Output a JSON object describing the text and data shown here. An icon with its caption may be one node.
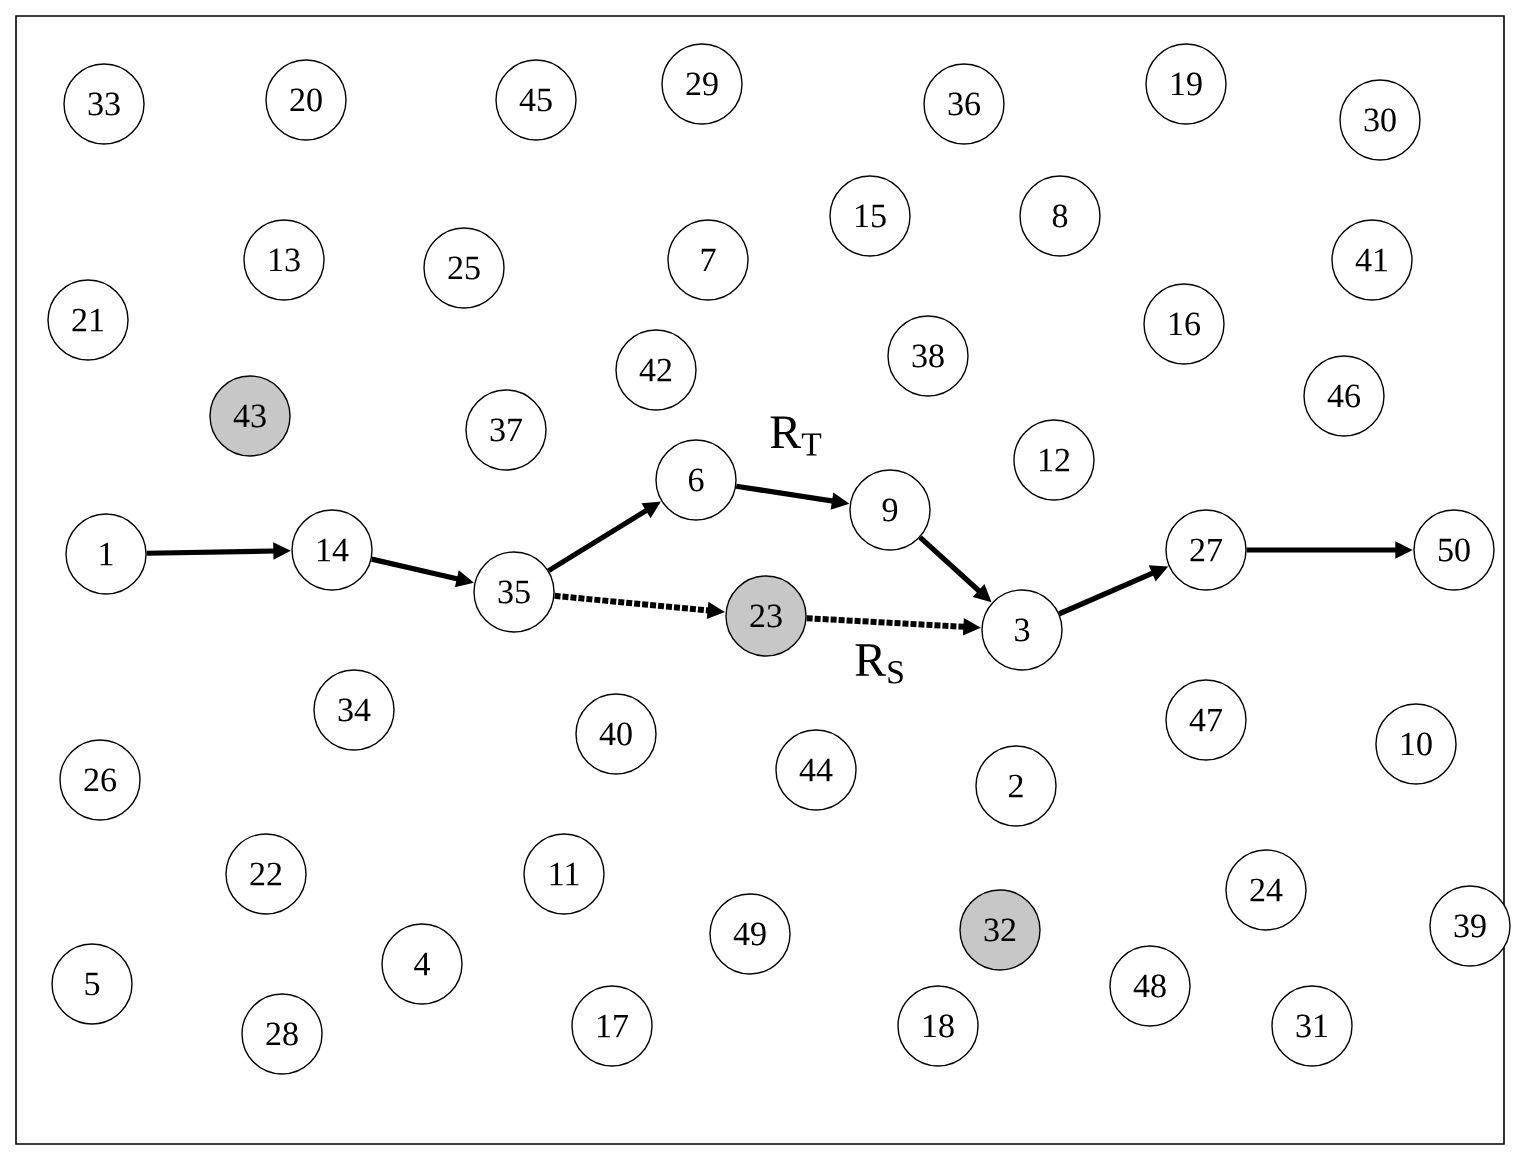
{
  "diagram": {
    "nodes": [
      {
        "text": [
          "33"
        ]
      },
      {
        "text": [
          "20"
        ]
      },
      {
        "text": [
          "45"
        ]
      },
      {
        "text": [
          "29"
        ]
      },
      {
        "text": [
          "36"
        ]
      },
      {
        "text": [
          "19"
        ]
      },
      {
        "text": [
          "30"
        ]
      },
      {
        "text": [
          "13"
        ]
      },
      {
        "text": [
          "25"
        ]
      },
      {
        "text": [
          "7"
        ]
      },
      {
        "text": [
          "15"
        ]
      },
      {
        "text": [
          "8"
        ]
      },
      {
        "text": [
          "41"
        ]
      },
      {
        "text": [
          "21"
        ]
      },
      {
        "text": [
          "16"
        ]
      },
      {
        "text": [
          "38"
        ]
      },
      {
        "text": [
          "42"
        ]
      },
      {
        "text": [
          "46"
        ]
      },
      {
        "text": [
          "43"
        ]
      },
      {
        "text": [
          "37"
        ]
      },
      {
        "text": [
          "12"
        ]
      },
      {
        "text": [
          "6"
        ]
      },
      {
        "text": [
          "9"
        ]
      },
      {
        "text": [
          "1"
        ]
      },
      {
        "text": [
          "14"
        ]
      },
      {
        "text": [
          "27"
        ]
      },
      {
        "text": [
          "50"
        ]
      },
      {
        "text": [
          "35"
        ]
      },
      {
        "text": [
          "23"
        ]
      },
      {
        "text": [
          "3"
        ]
      },
      {
        "text": [
          "34"
        ]
      },
      {
        "text": [
          "40"
        ]
      },
      {
        "text": [
          "47"
        ]
      },
      {
        "text": [
          "44"
        ]
      },
      {
        "text": [
          "2"
        ]
      },
      {
        "text": [
          "10"
        ]
      },
      {
        "text": [
          "26"
        ]
      },
      {
        "text": [
          "22"
        ]
      },
      {
        "text": [
          "11"
        ]
      },
      {
        "text": [
          "24"
        ]
      },
      {
        "text": [
          "39"
        ]
      },
      {
        "text": [
          "32"
        ]
      },
      {
        "text": [
          "49"
        ]
      },
      {
        "text": [
          "48"
        ]
      },
      {
        "text": [
          "4"
        ]
      },
      {
        "text": [
          "5"
        ]
      },
      {
        "text": [
          "28"
        ]
      },
      {
        "text": [
          "17"
        ]
      },
      {
        "text": [
          "18"
        ]
      },
      {
        "text": [
          "31"
        ]
      }
    ],
    "edges": [
      {
        "from": 23,
        "to": 24,
        "arrow": "to"
      },
      {
        "from": 24,
        "to": 27,
        "arrow": "to"
      },
      {
        "from": 27,
        "to": 21,
        "arrow": "to"
      },
      {
        "from": 21,
        "to": 22,
        "arrow": "to",
        "label": "R$_{T}$"
      },
      {
        "from": 22,
        "to": 29,
        "arrow": "to"
      },
      {
        "from": 29,
        "to": 25,
        "arrow": "to"
      },
      {
        "from": 25,
        "to": 26,
        "arrow": "to"
      },
      {
        "from": 27,
        "to": 28,
        "arrow": "to",
        "style": "dashed"
      },
      {
        "from": 28,
        "to": 29,
        "arrow": "to",
        "style": "dashed",
        "label": "R$_{S}$"
      }
    ]
  }
}
